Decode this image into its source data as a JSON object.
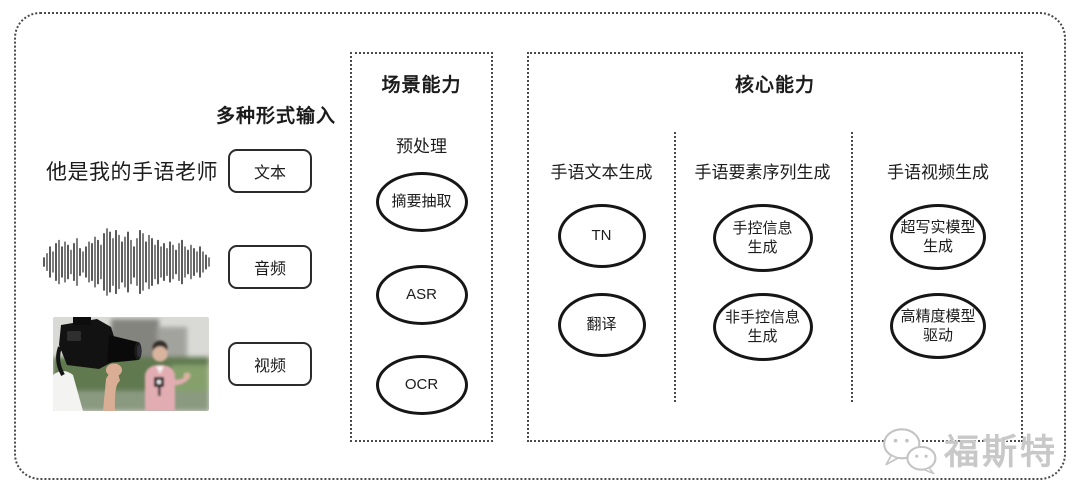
{
  "input_section": {
    "title": "多种形式输入",
    "sample_text": "他是我的手语老师",
    "items": [
      {
        "label": "文本",
        "icon": "audio-waveform-icon-none"
      },
      {
        "label": "音频"
      },
      {
        "label": "视频"
      }
    ],
    "icons": {
      "audio": "audio-waveform-icon",
      "video": "news-interview-photo"
    }
  },
  "scene_panel": {
    "title": "场景能力",
    "subtitle": "预处理",
    "nodes": [
      "摘要抽取",
      "ASR",
      "OCR"
    ]
  },
  "core_panel": {
    "title": "核心能力",
    "columns": [
      {
        "heading": "手语文本生成",
        "nodes": [
          "TN",
          "翻译"
        ]
      },
      {
        "heading": "手语要素序列生成",
        "nodes": [
          "手控信息\n生成",
          "非手控信息\n生成"
        ]
      },
      {
        "heading": "手语视频生成",
        "nodes": [
          "超写实模型\n生成",
          "高精度模型\n驱动"
        ]
      }
    ]
  },
  "watermark": {
    "text": "福斯特",
    "icon": "wechat-logo-icon"
  },
  "colors": {
    "line": "#1c1c1c",
    "border_dotted": "#4a4a4a",
    "watermark": "#c8c8c8",
    "hedge_green": "#60794f",
    "blazer_pink": "#e2adb2"
  },
  "waveform": {
    "amplitudes": [
      0.12,
      0.25,
      0.45,
      0.3,
      0.55,
      0.65,
      0.45,
      0.6,
      0.5,
      0.35,
      0.55,
      0.7,
      0.4,
      0.3,
      0.45,
      0.6,
      0.55,
      0.75,
      0.65,
      0.5,
      0.85,
      1.0,
      0.9,
      0.7,
      0.95,
      0.8,
      0.6,
      0.75,
      0.9,
      0.65,
      0.45,
      0.7,
      0.95,
      0.85,
      0.6,
      0.8,
      0.7,
      0.5,
      0.65,
      0.45,
      0.55,
      0.4,
      0.6,
      0.5,
      0.35,
      0.55,
      0.65,
      0.45,
      0.35,
      0.5,
      0.4,
      0.3,
      0.45,
      0.3,
      0.2,
      0.12
    ]
  }
}
